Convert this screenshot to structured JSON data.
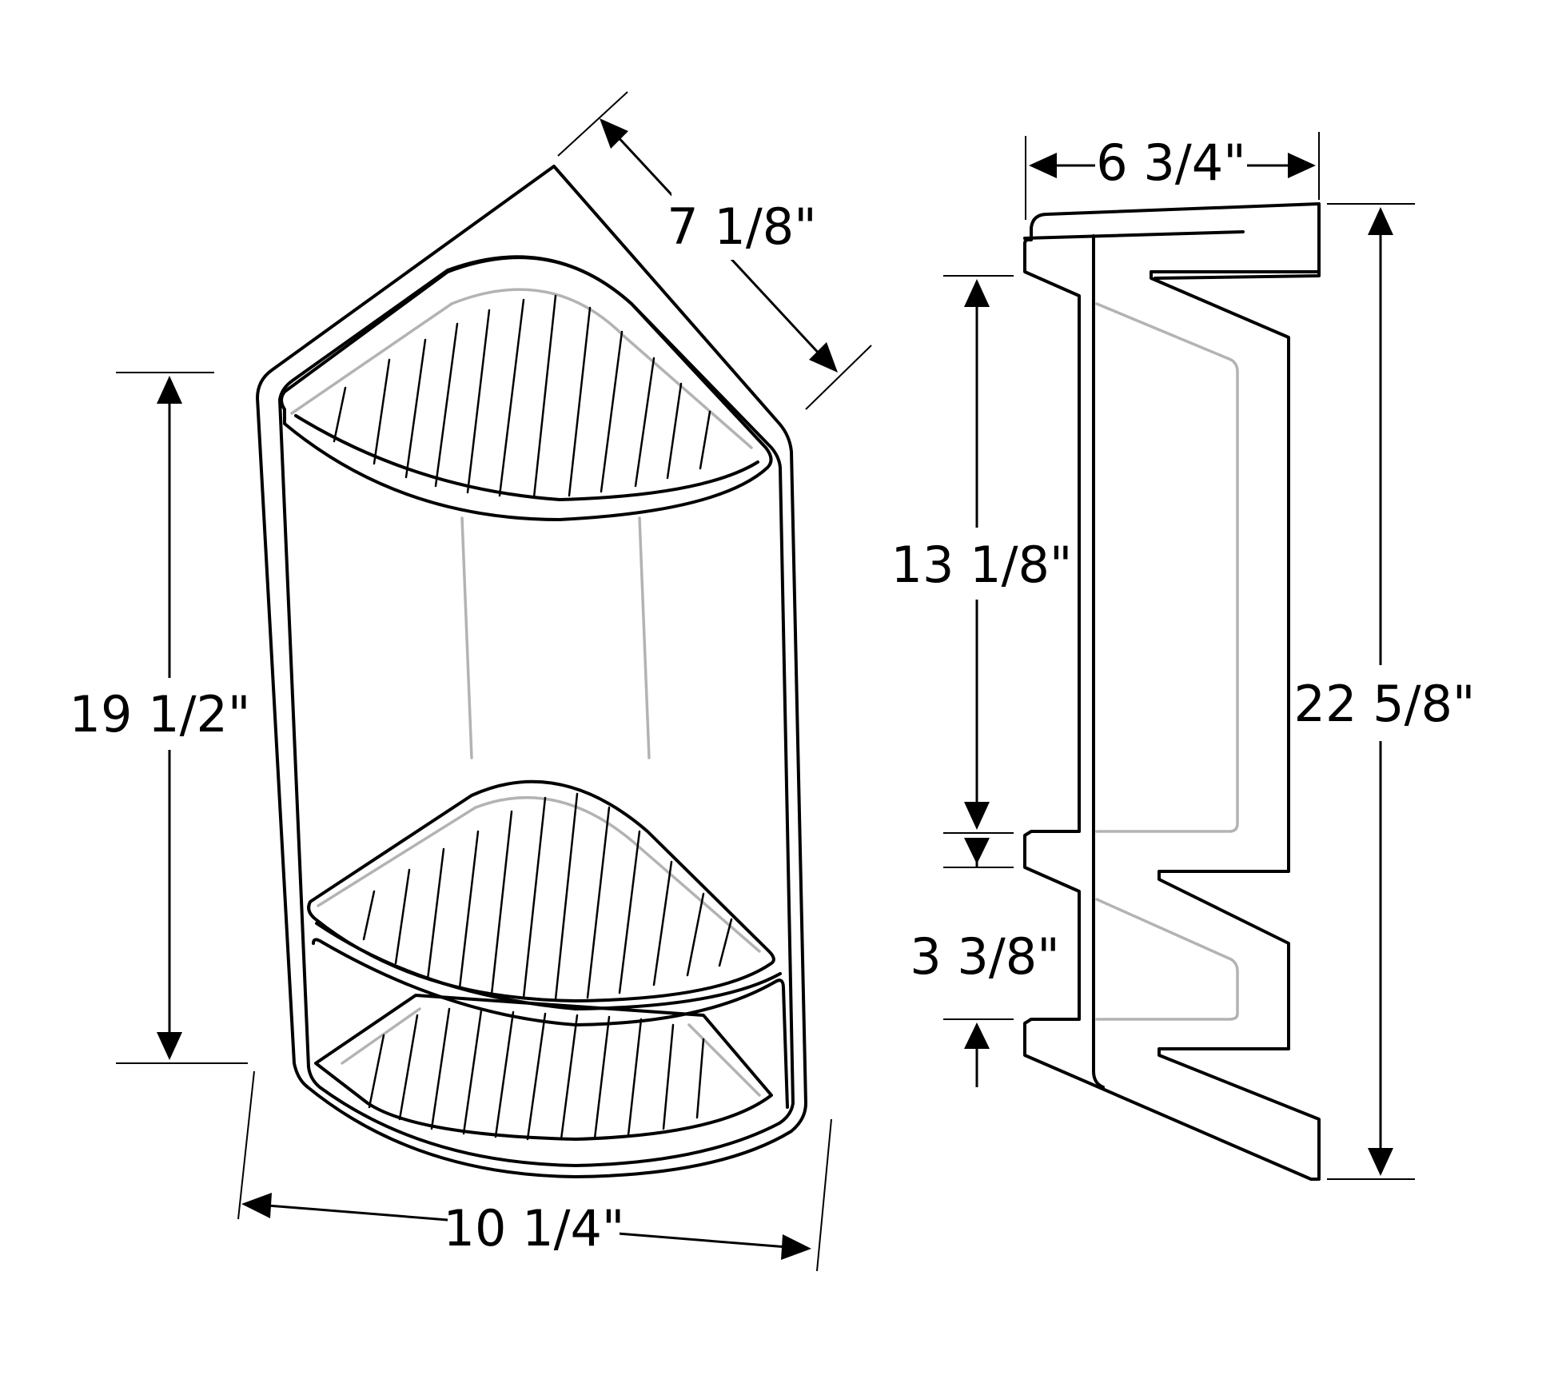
{
  "colors": {
    "ink": "#000000",
    "hidden_line": "#b3b3b3",
    "background": "#ffffff"
  },
  "dimensions": {
    "front_height": "19 1/2\"",
    "front_width": "10 1/4\"",
    "top_depth": "7 1/8\"",
    "side_depth": "6 3/4\"",
    "side_total_height": "22 5/8\"",
    "shelf_spacing": "13 1/8\"",
    "bottom_shelf_offset": "3 3/8\""
  }
}
